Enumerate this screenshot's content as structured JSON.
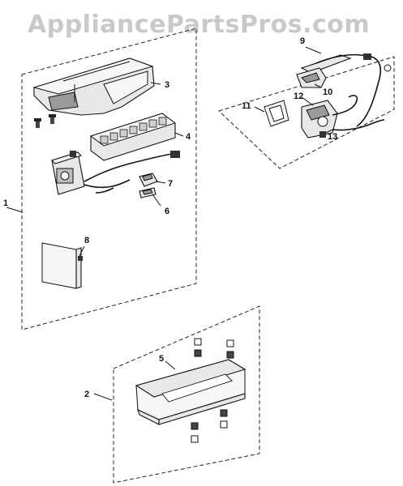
{
  "watermark": "AppliancePartsPros.com",
  "callouts": {
    "c1": "1",
    "c2": "2",
    "c3": "3",
    "c4": "4",
    "c5": "5",
    "c6": "6",
    "c7": "7",
    "c8": "8",
    "c9": "9",
    "c10": "10",
    "c11": "11",
    "c12": "12",
    "c13": "13"
  },
  "colors": {
    "watermark": "#c9c9c9",
    "ink": "#111111",
    "fill": "#e8e8e8"
  }
}
